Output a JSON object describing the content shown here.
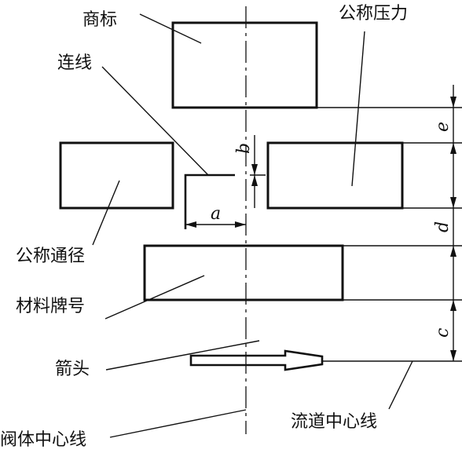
{
  "labels": {
    "trademark": "商标",
    "nominal_pressure": "公称压力",
    "connecting_line": "连线",
    "nominal_diameter": "公称通径",
    "material_grade": "材料牌号",
    "arrow": "箭头",
    "body_centerline": "阀体中心线",
    "flow_centerline": "流道中心线"
  },
  "dimensions": {
    "a": "a",
    "b": "b",
    "c": "c",
    "d": "d",
    "e": "e"
  }
}
